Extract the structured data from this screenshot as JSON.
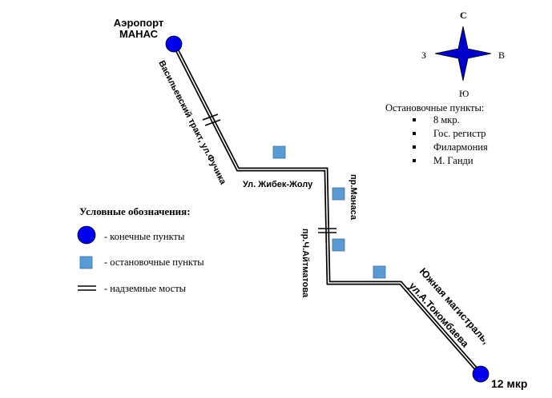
{
  "endpoints": {
    "airport_line1": "Аэропорт",
    "airport_line2": "МАНАС",
    "end_label": "12 мкр"
  },
  "streets": {
    "vasilyevsky": "Васильевский тракт, ул.Фучика",
    "zhibek_zholu": "Ул. Жибек-Жолу",
    "manasa": "пр.Манаса",
    "aitmatova": "пр.Ч.Айтматова",
    "south_line1": "Южная магистраль,",
    "south_line2": "ул.А.Токомбаева"
  },
  "compass": {
    "north": "С",
    "south": "Ю",
    "west": "З",
    "east": "В",
    "color": "#0000cc"
  },
  "stops": {
    "title": "Остановочные пункты:",
    "items": [
      "8 мкр.",
      "Гос. регистр",
      "Филармония",
      "М. Ганди"
    ]
  },
  "legend": {
    "title": "Условные обозначения:",
    "endpoints": "- конечные пункты",
    "stops": "- остановочные пункты",
    "bridges": "- надземные мосты"
  },
  "colors": {
    "endpoint": "#0000ee",
    "stop": "#5b9bd5"
  }
}
